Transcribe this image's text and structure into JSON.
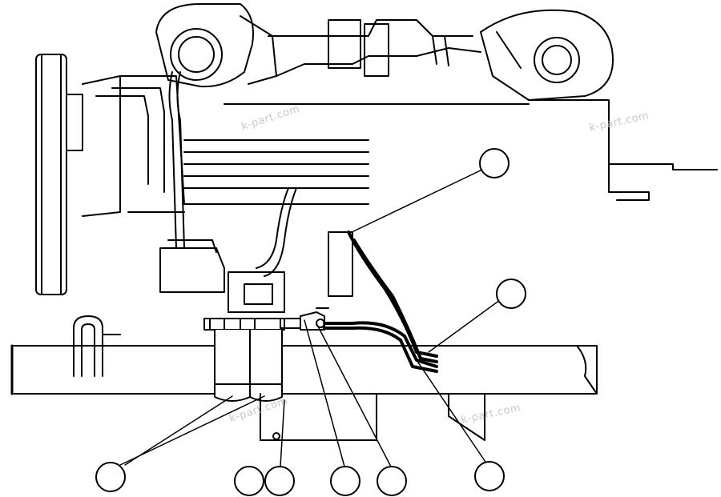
{
  "watermark": "k-part.com",
  "callouts": [
    {
      "id": "c1",
      "label": ""
    },
    {
      "id": "c2",
      "label": ""
    },
    {
      "id": "c3",
      "label": ""
    },
    {
      "id": "c4",
      "label": ""
    },
    {
      "id": "c5",
      "label": ""
    },
    {
      "id": "c6",
      "label": ""
    },
    {
      "id": "c7",
      "label": ""
    },
    {
      "id": "c8",
      "label": ""
    }
  ],
  "colors": {
    "line": "#000000",
    "background": "#ffffff",
    "watermark": "#c8c8c8"
  }
}
